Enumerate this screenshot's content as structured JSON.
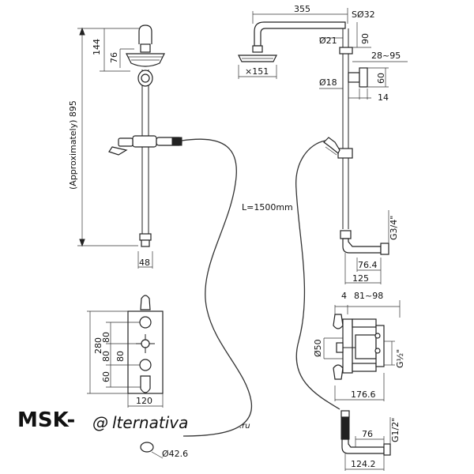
{
  "dimensions": {
    "arm_length": "355",
    "arm_diameter": "SØ32",
    "pipe_diameter": "Ø21",
    "drop": "90",
    "offset": "28~95",
    "head_diameter": "×151",
    "riser_diameter": "Ø18",
    "bracket": "60",
    "bracket_gap": "14",
    "hose_length": "L=1500mm",
    "outlet_thread": "G3/4\"",
    "outlet_depth": "76.4",
    "outlet_total": "125",
    "valve_top_gap": "4",
    "valve_depth": "81~98",
    "valve_spindle": "Ø50",
    "valve_thread": "G½\"",
    "valve_width": "176.6",
    "elbow_thread": "G1/2\"",
    "elbow_depth": "76",
    "elbow_total": "124.2",
    "head_height": "144",
    "head_offset": "76",
    "overall_height": "(Approximately) 895",
    "rail_width": "48",
    "plate_height": "280",
    "spacing_top": "80",
    "spacing_mid_a": "80",
    "spacing_mid_b": "80",
    "spacing_bottom": "60",
    "plate_width": "120",
    "flange_diameter": "Ø42.6"
  },
  "watermark": {
    "prefix": "MSK-",
    "at": "@",
    "suffix": "lternativa",
    "tld": ".ru"
  }
}
